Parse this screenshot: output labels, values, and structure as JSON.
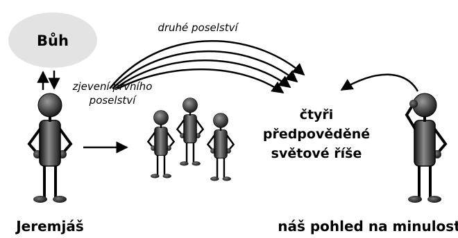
{
  "labels": {
    "god": "Bůh",
    "second_message": "druhé poselství",
    "revelation_line1": "zjevení prvního",
    "revelation_line2": "poselství",
    "center_line1": "čtyři",
    "center_line2": "předpověděné",
    "center_line3": "světové říše",
    "jeremiah": "Jeremjáš",
    "our_view": "náš pohled na minulost"
  },
  "colors": {
    "god_ellipse": "#e3e3e3",
    "ink": "#000000"
  },
  "icons": {
    "updown_arrows": "up-down-arrows-icon",
    "figures": "stick-figure-icon"
  }
}
